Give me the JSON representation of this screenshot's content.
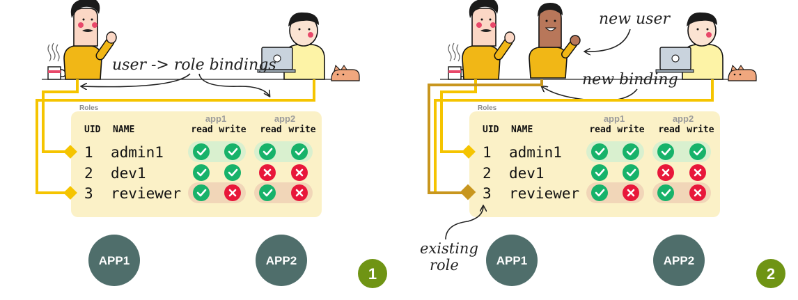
{
  "colors": {
    "panel": "#fbf1c7",
    "yellow_line": "#f5c400",
    "dark_line": "#c8961e",
    "check_green": "#17b26a",
    "cross_red": "#e8173a",
    "grant_band": "#d9f0cf",
    "deny_band": "#f1d6b8",
    "app_circle": "#4f6e6b",
    "step_badge": "#6f9414"
  },
  "panels": [
    {
      "id": "panel-1",
      "annotations": {
        "bindings_label": "user -> role bindings"
      },
      "roles_label": "Roles",
      "columns": {
        "uid": "UID",
        "name": "NAME",
        "app1": "app1",
        "app2": "app2",
        "read": "read",
        "write": "write"
      },
      "rows": [
        {
          "uid": "1",
          "name": "admin1",
          "perms": [
            "check",
            "check",
            "check",
            "check"
          ]
        },
        {
          "uid": "2",
          "name": "dev1",
          "perms": [
            "check",
            "check",
            "cross",
            "cross"
          ]
        },
        {
          "uid": "3",
          "name": "reviewer",
          "perms": [
            "check",
            "cross",
            "check",
            "cross"
          ]
        }
      ],
      "apps": [
        "APP1",
        "APP2"
      ],
      "step": "1"
    },
    {
      "id": "panel-2",
      "annotations": {
        "new_user_label": "new user",
        "new_binding_label": "new binding",
        "existing_role_line1": "existing",
        "existing_role_line2": "role"
      },
      "roles_label": "Roles",
      "columns": {
        "uid": "UID",
        "name": "NAME",
        "app1": "app1",
        "app2": "app2",
        "read": "read",
        "write": "write"
      },
      "rows": [
        {
          "uid": "1",
          "name": "admin1",
          "perms": [
            "check",
            "check",
            "check",
            "check"
          ]
        },
        {
          "uid": "2",
          "name": "dev1",
          "perms": [
            "check",
            "check",
            "cross",
            "cross"
          ]
        },
        {
          "uid": "3",
          "name": "reviewer",
          "perms": [
            "check",
            "cross",
            "check",
            "cross"
          ]
        }
      ],
      "apps": [
        "APP1",
        "APP2"
      ],
      "step": "2"
    }
  ]
}
